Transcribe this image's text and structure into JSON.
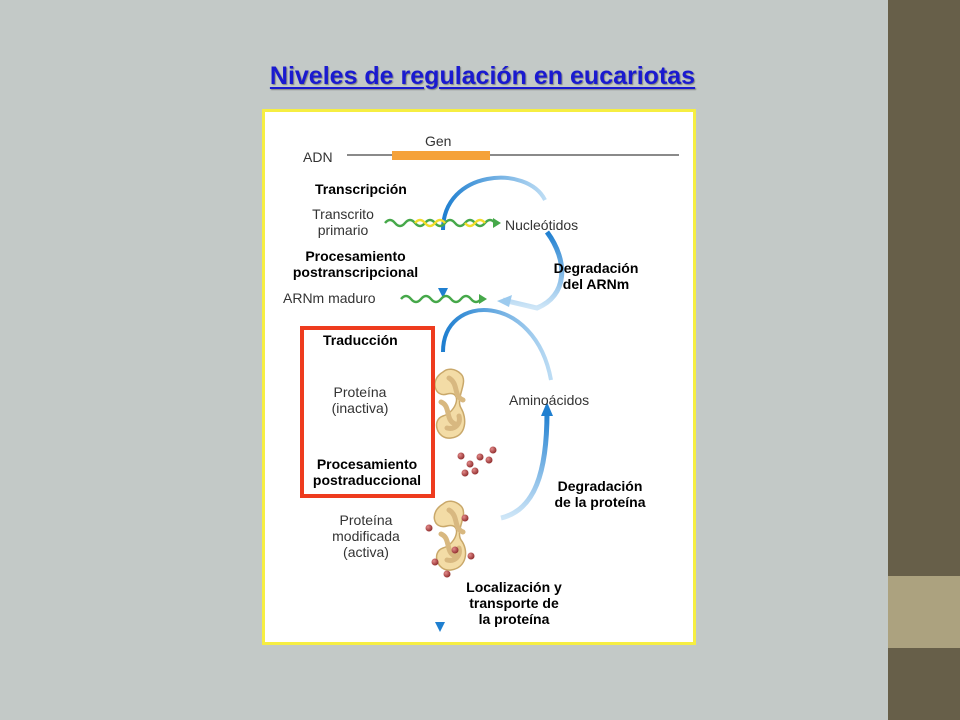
{
  "slide": {
    "title": "Niveles de regulación en eucariotas"
  },
  "diagram": {
    "labels": {
      "gen": "Gen",
      "adn": "ADN",
      "transcripcion": "Transcripción",
      "transcrito_primario": "Transcrito\nprimario",
      "nucleotidos": "Nucleótidos",
      "procesamiento_postranscripcional": "Procesamiento\npostranscripcional",
      "degradacion_arnm": "Degradación\ndel ARNm",
      "arnm_maduro": "ARNm maduro",
      "traduccion": "Traducción",
      "proteina_inactiva": "Proteína\n(inactiva)",
      "aminoacidos": "Aminoácidos",
      "procesamiento_postraduccional": "Procesamiento\npostraduccional",
      "degradacion_proteina": "Degradación\nde la proteína",
      "proteina_modificada": "Proteína\nmodificada\n(activa)",
      "localizacion": "Localización y\ntransporte de\nla proteína"
    },
    "colors": {
      "title": "#1a1ad0",
      "frame_border": "#f6ee42",
      "highlight_box": "#ee3b1e",
      "gene_segment": "#f5a23a",
      "arrow_blue": "#2f8fd8",
      "rna_green": "#46a84a",
      "rna_yellow": "#f2dd2c",
      "protein_fill": "#f3dca6",
      "amino_acid": "#a23b3b",
      "side_strip": "#675f49",
      "side_accent": "#aca27f"
    }
  }
}
